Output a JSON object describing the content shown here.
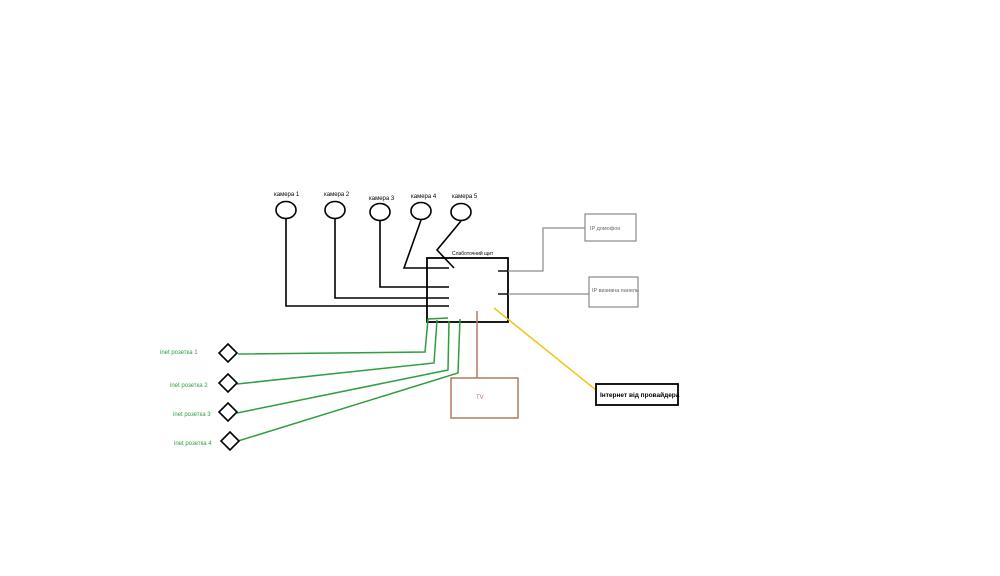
{
  "cameras": [
    {
      "label": "камера 1"
    },
    {
      "label": "камера 2"
    },
    {
      "label": "камера 3"
    },
    {
      "label": "камера 4"
    },
    {
      "label": "камера 5"
    }
  ],
  "panel": {
    "label": "Слаботочний щит"
  },
  "intercom": {
    "label": "IP домофон"
  },
  "call_panel": {
    "label": "IP визивна панель"
  },
  "tv": {
    "label": "TV"
  },
  "provider": {
    "label": "Інтернет від провайдера"
  },
  "sockets": [
    {
      "label": "inet розетка 1"
    },
    {
      "label": "inet розетка 2"
    },
    {
      "label": "inet розетка 3"
    },
    {
      "label": "inet розетка 4"
    }
  ],
  "colors": {
    "camera_line": "#000000",
    "socket_line": "#2e9e3e",
    "socket_text": "#2e9e3e",
    "tv_line": "#b07a5a",
    "provider_line": "#f0c419",
    "device_box": "#8a8a8a"
  }
}
